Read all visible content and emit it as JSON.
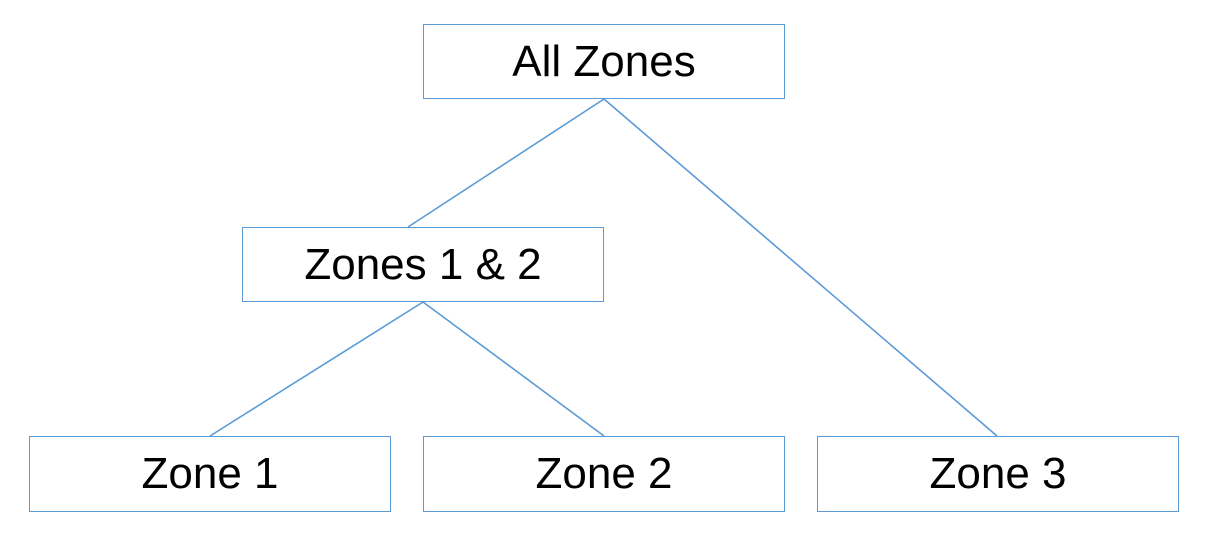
{
  "diagram": {
    "line_color": "#5b9bd5",
    "box_border_color": "#5b9bd5",
    "nodes": {
      "root": {
        "label": "All Zones"
      },
      "zones_1_2": {
        "label": "Zones 1 & 2"
      },
      "zone_1": {
        "label": "Zone 1"
      },
      "zone_2": {
        "label": "Zone 2"
      },
      "zone_3": {
        "label": "Zone 3"
      }
    },
    "edges": [
      {
        "from": "root",
        "to": "zones_1_2"
      },
      {
        "from": "root",
        "to": "zone_3"
      },
      {
        "from": "zones_1_2",
        "to": "zone_1"
      },
      {
        "from": "zones_1_2",
        "to": "zone_2"
      }
    ]
  }
}
